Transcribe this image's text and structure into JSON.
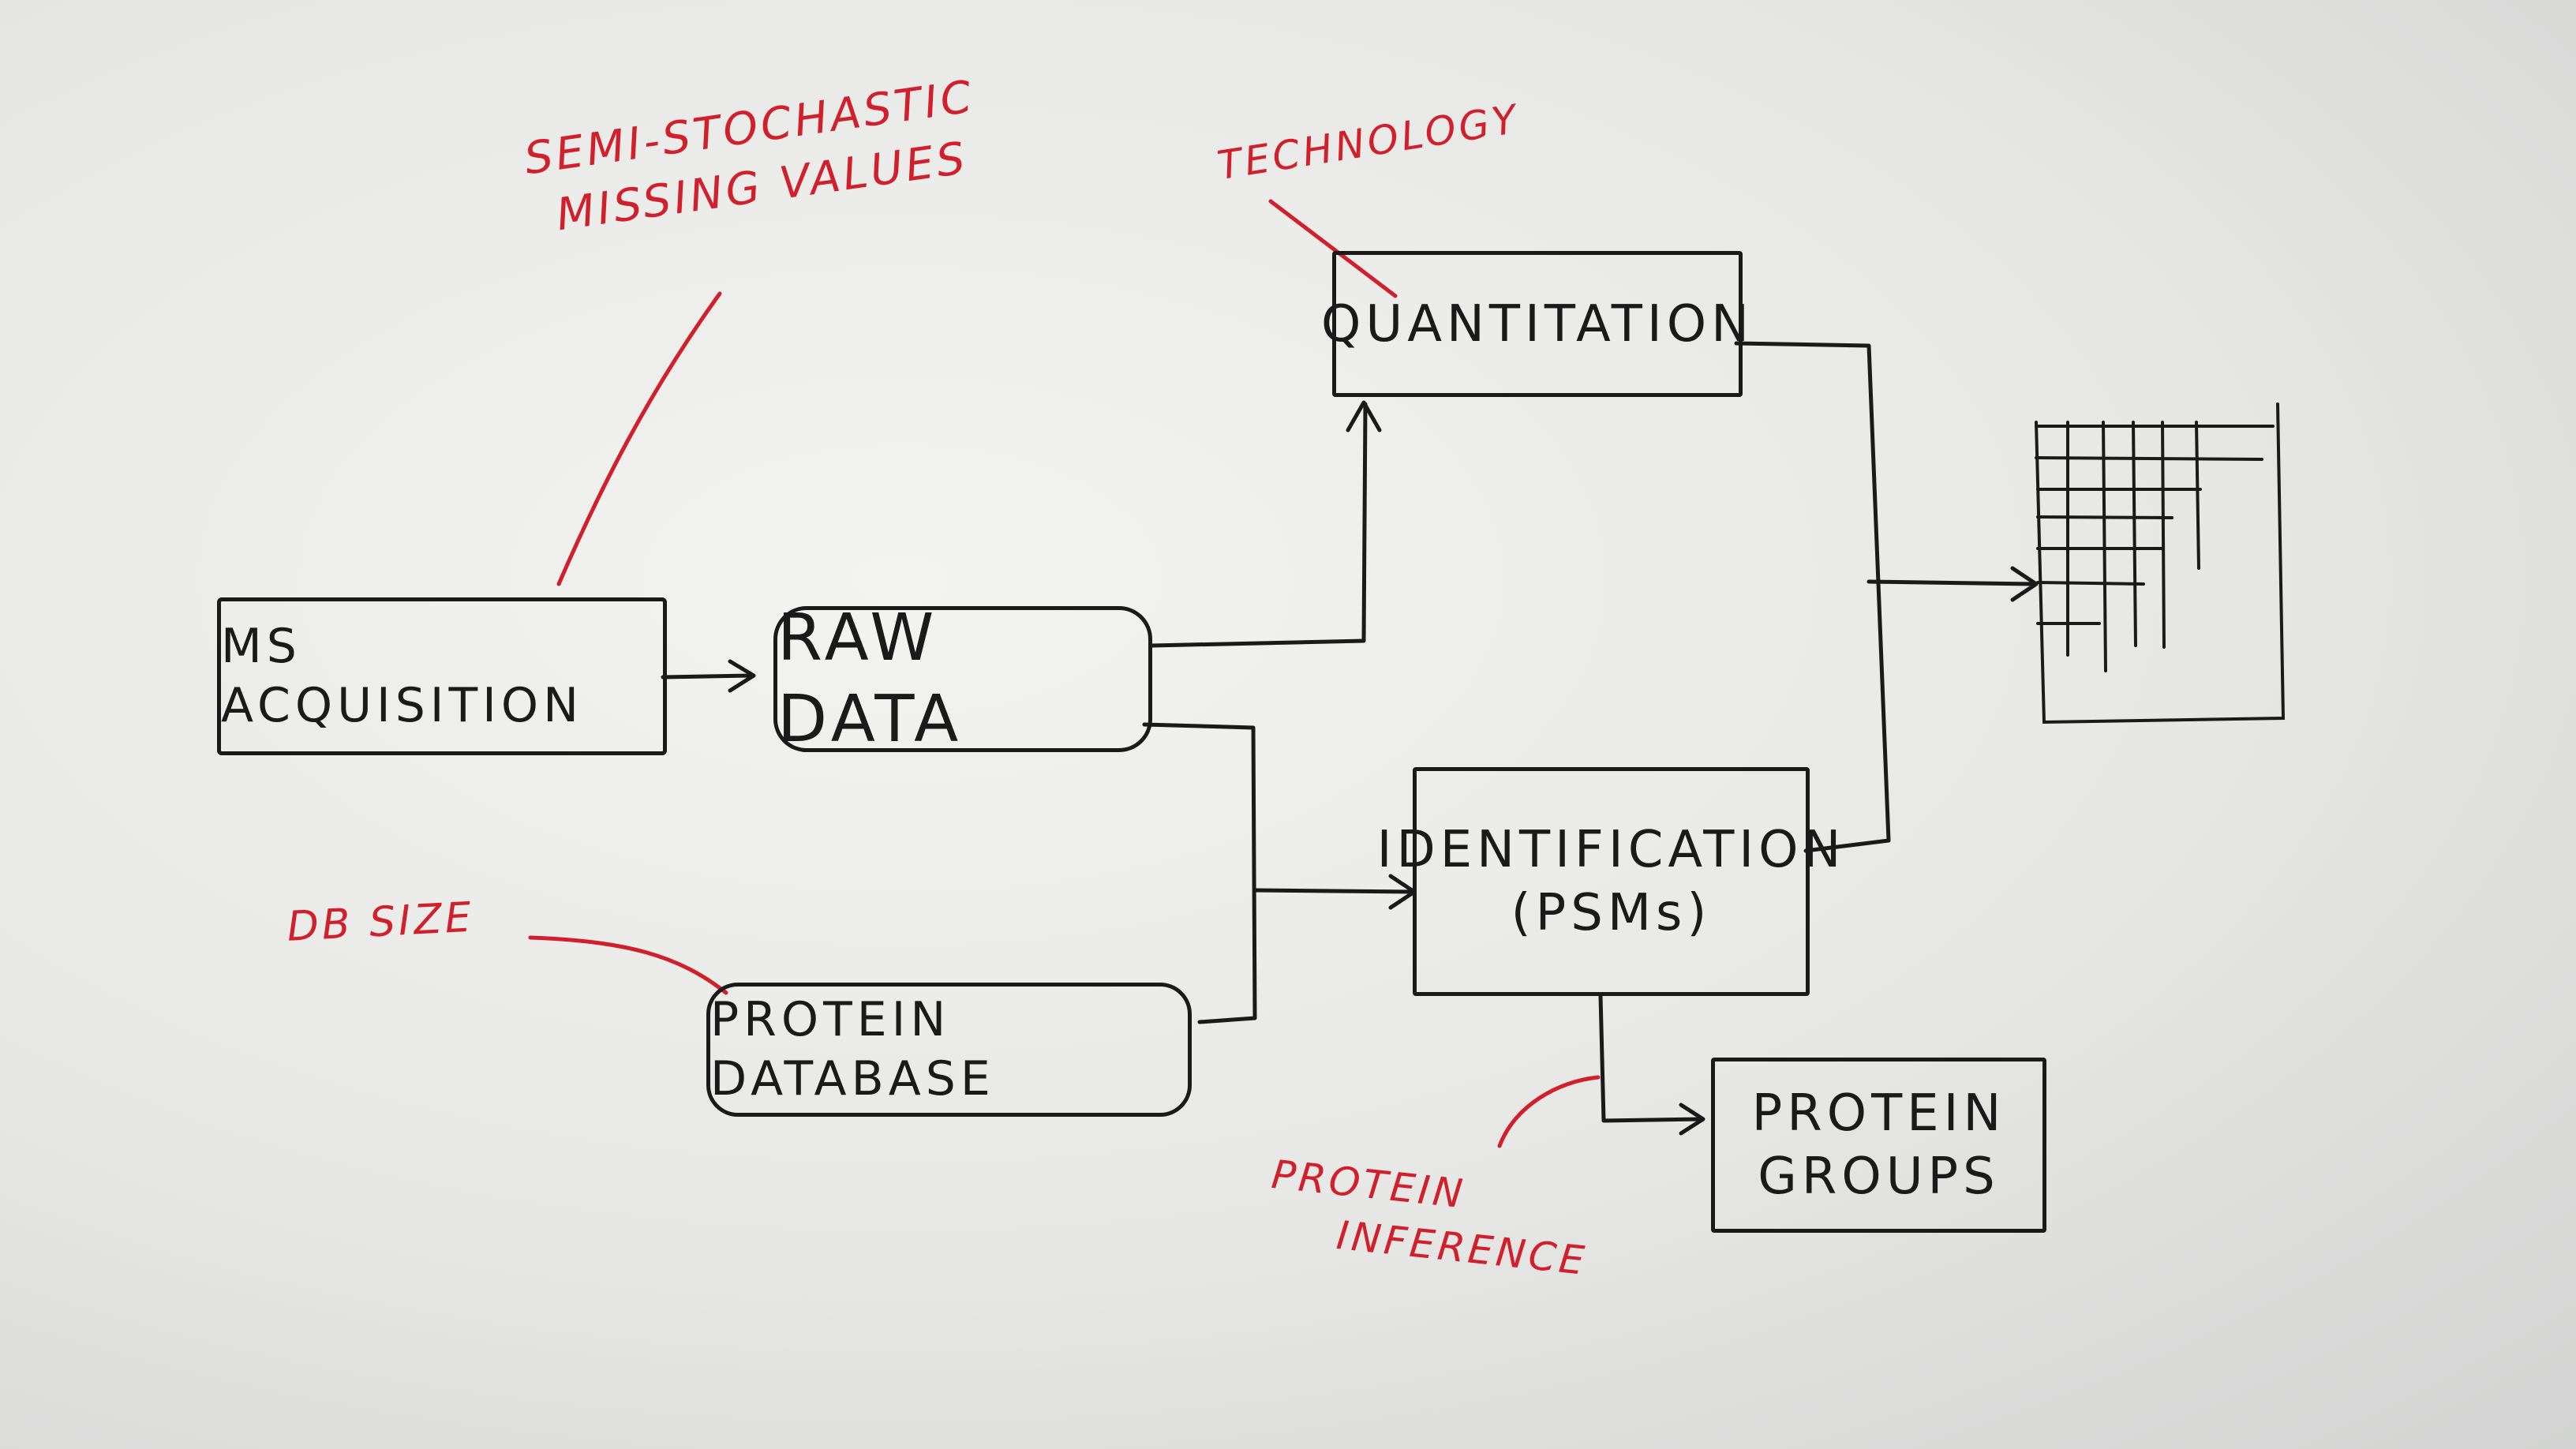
{
  "diagram": {
    "nodes": {
      "ms_acquisition": "MS ACQUISITION",
      "raw_data": "RAW DATA",
      "quantitation": "QUANTITATION",
      "identification": {
        "line1": "IDENTIFICATION",
        "line2": "(PSMs)"
      },
      "protein_database": "PROTEIN DATABASE",
      "protein_groups": {
        "line1": "PROTEIN",
        "line2": "GROUPS"
      }
    },
    "annotations": {
      "semi_stochastic": {
        "line1": "SEMI-STOCHASTIC",
        "line2": "MISSING VALUES"
      },
      "technology": "TECHNOLOGY",
      "db_size": "DB SIZE",
      "protein_inference": {
        "line1": "PROTEIN",
        "line2": "INFERENCE"
      }
    },
    "colors": {
      "ink": "#1a1a1a",
      "annotation": "#d11f2b",
      "board": "#e8e8e6"
    },
    "result_icon": "table-grid-icon"
  }
}
